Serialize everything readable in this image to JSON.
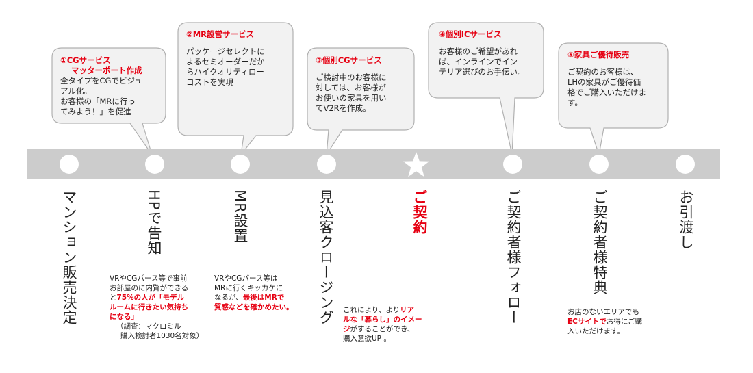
{
  "timeline": {
    "stations": [
      {
        "label": "マンション販売決定",
        "kind": "dot"
      },
      {
        "label": "HPで告知",
        "kind": "dot"
      },
      {
        "label": "MR設置",
        "kind": "dot"
      },
      {
        "label": "見込客クロージング",
        "kind": "dot"
      },
      {
        "label": "ご契約",
        "kind": "star"
      },
      {
        "label": "ご契約者様フォロー",
        "kind": "dot"
      },
      {
        "label": "ご契約者様特典",
        "kind": "dot"
      },
      {
        "label": "お引渡し",
        "kind": "dot"
      }
    ]
  },
  "bubbles": [
    {
      "title": "①CGサービス",
      "subtitle": "マッターポート作成",
      "lines": [
        "全タイプをCGでビジュ",
        "アル化。",
        "お客様の「MRに行っ",
        "てみよう！」を促進"
      ]
    },
    {
      "title": "②MR設営サービス",
      "lines": [
        "パッケージセレクトに",
        "よるセミオーダーだか",
        "らハイクオリティロー",
        "コストを実現"
      ]
    },
    {
      "title": "③個別CGサービス",
      "lines": [
        "ご検討中のお客様に",
        "対しては、お客様が",
        "お使いの家具を用い",
        "てV2Rを作成。"
      ]
    },
    {
      "title": "④個別ICサービス",
      "lines": [
        "お客様のご希望があれ",
        "ば、インラインでイン",
        "テリア選びのお手伝い。"
      ]
    },
    {
      "title": "⑤家具ご優待販売",
      "lines": [
        "ご契約のお客様は、",
        "LHの家具がご優待価",
        "格でご購入いただけま",
        "す。"
      ]
    }
  ],
  "notes": {
    "hp": {
      "l1": "VRやCGパース等で事前",
      "l2": "に内覧ができる",
      "l2a": "お部屋の",
      "l3a": "と",
      "l3b": "75%の人が「モデル",
      "l4": "ルームに行きたい気持ち",
      "l5": "になる」",
      "l6": "（調査：マクロミル",
      "l7": "購入検討者1030名対象）"
    },
    "mr": {
      "l1": "VRやCGパース等は",
      "l2": "MRに行くキッカケに",
      "l3a": "なるが、",
      "l3b": "最後はMRで",
      "l4": "質感などを確かめたい。"
    },
    "closing": {
      "l1a": "これにより、より",
      "l1b": "リア",
      "l2a": "ルな「暮らし」のイメー",
      "l3a": "ジ",
      "l3b": "がすることができ、",
      "l4": "購入意欲UP 。"
    },
    "perk": {
      "l1": "お店のないエリアでも",
      "l2a": "ECサイトで",
      "l2b": "お得にご購",
      "l3": "入いただけます。"
    }
  },
  "colors": {
    "band": "#cccccc",
    "node": "#ffffff",
    "accent": "#e60012",
    "bubble_fill": "#f2f2f2",
    "bubble_stroke": "#b0b0b0"
  }
}
